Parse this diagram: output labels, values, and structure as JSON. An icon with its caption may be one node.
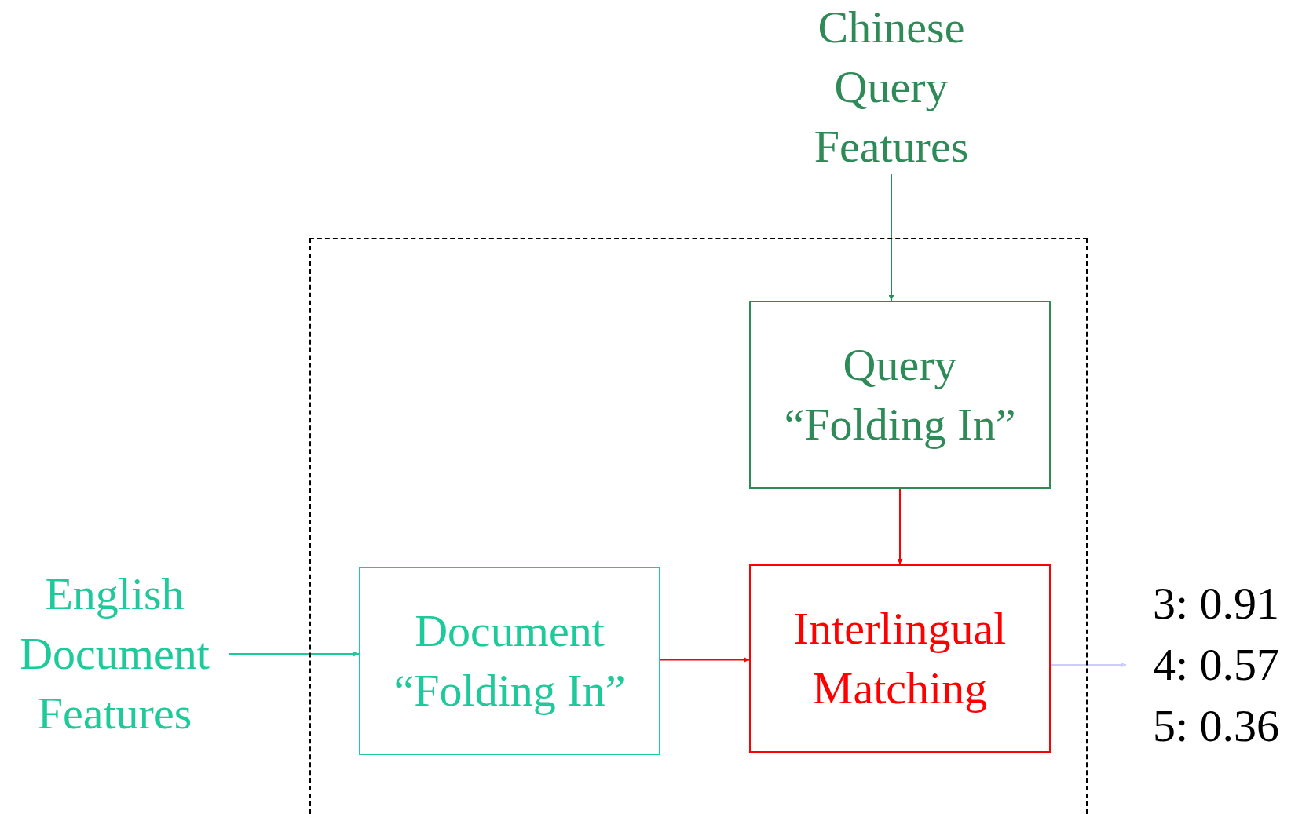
{
  "diagram": {
    "nodes": [
      {
        "text": [],
        "shape": "box"
      },
      {
        "text": [
          "Chinese Query Features"
        ]
      },
      {
        "text": [
          "Query “Folding In”"
        ],
        "in": 0
      },
      {
        "text": [
          "English Document Features"
        ]
      },
      {
        "text": [
          "Document “Folding In”"
        ],
        "in": 0
      },
      {
        "text": [
          "Interlingual Matching"
        ],
        "in": 0
      },
      {
        "text": [
          "3: 0.91",
          "4: 0.57",
          "5: 0.36"
        ]
      }
    ],
    "edges": [
      {
        "from": 1,
        "to": 2,
        "arrow": "to",
        "color": "#2e8b57"
      },
      {
        "from": 2,
        "to": 5,
        "arrow": "to",
        "color": "#ff0000"
      },
      {
        "from": 3,
        "to": 4,
        "arrow": "to",
        "color": "#1ec99a"
      },
      {
        "from": 4,
        "to": 5,
        "arrow": "to",
        "color": "#ff0000"
      },
      {
        "from": 5,
        "to": 6,
        "arrow": "to",
        "color": "#ccccff"
      }
    ]
  }
}
